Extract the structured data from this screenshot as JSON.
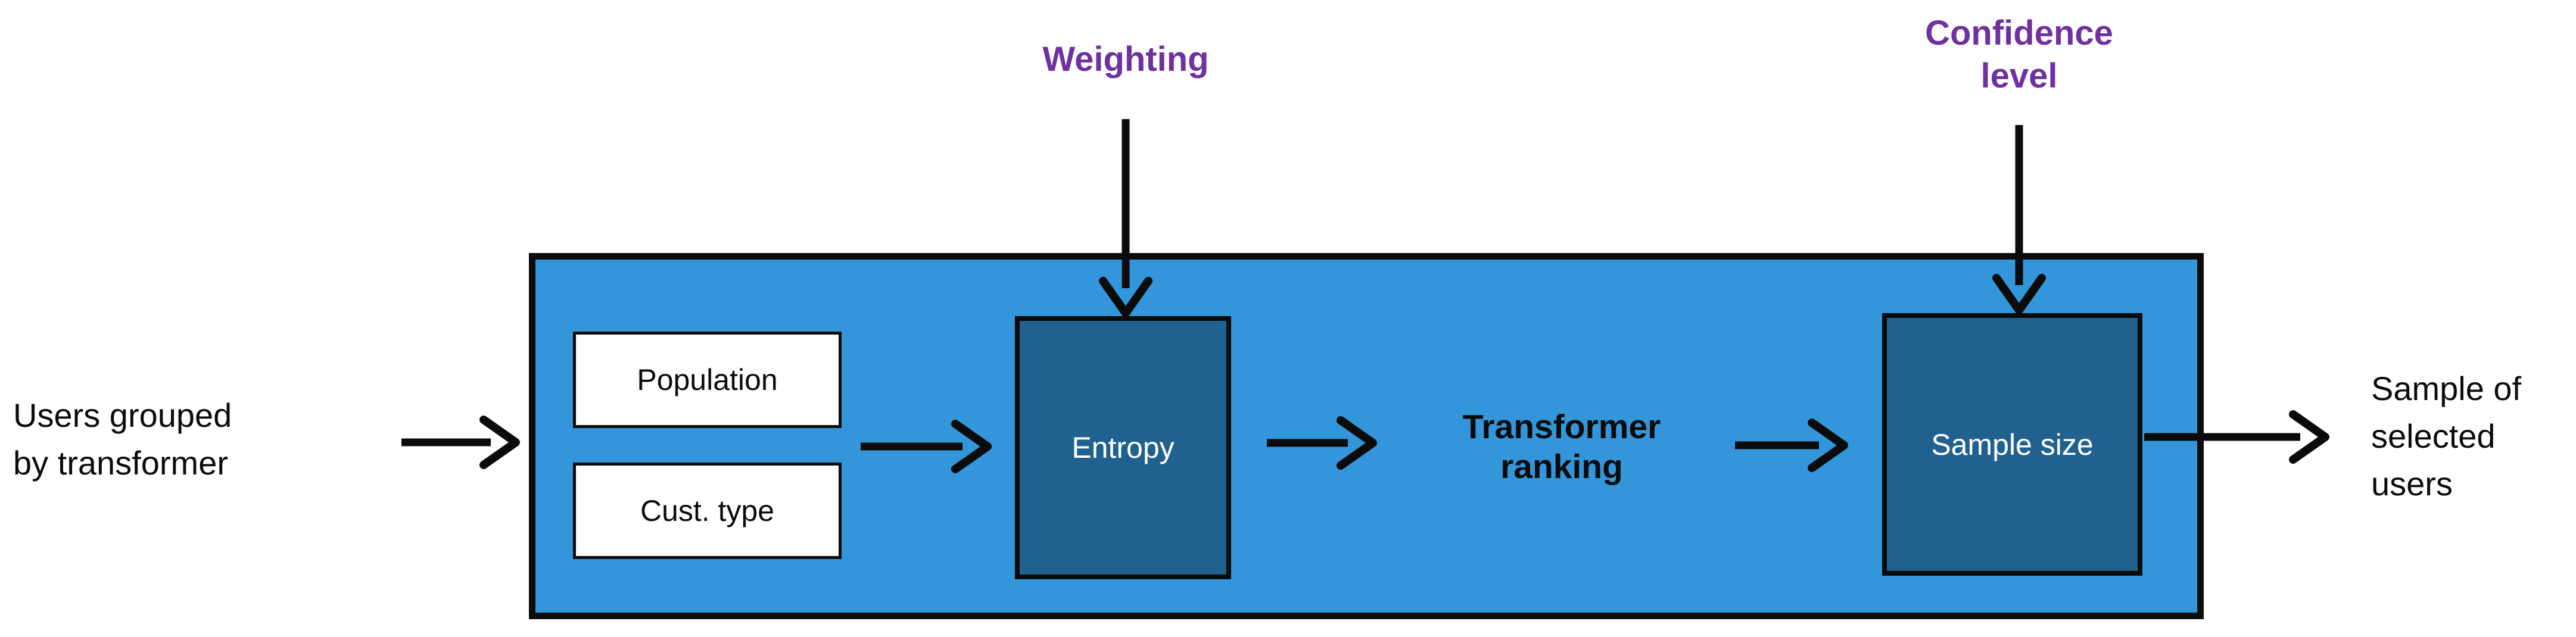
{
  "diagram": {
    "input_label": "Users grouped\nby transformer",
    "output_label": "Sample of\nselected\nusers",
    "parameters": {
      "weighting": "Weighting",
      "confidence": "Confidence\nlevel"
    },
    "container": {
      "inputs": [
        "Population",
        "Cust. type"
      ],
      "stages": [
        "Entropy",
        "Transformer\nranking",
        "Sample size"
      ]
    },
    "colors": {
      "container_fill": "#3396DB",
      "stage_fill": "#20618F",
      "parameter_text": "#7030A0",
      "line_and_text": "#0b0b0b",
      "input_box_fill": "#ffffff"
    }
  }
}
